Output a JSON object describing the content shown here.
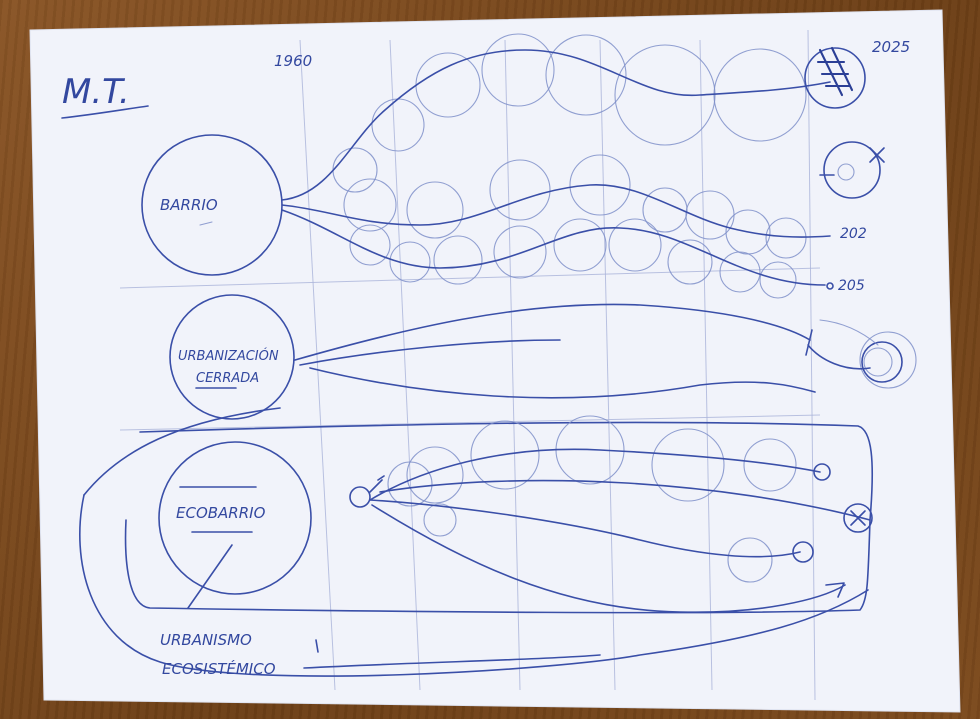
{
  "page_title": "M.T.",
  "timeline": {
    "start_year": "1960",
    "end_year": "2025"
  },
  "nodes": {
    "barrio": "BARRIO",
    "urbanizacion": "URBANIZACIÓN",
    "urbanizacion_2": "CERRADA",
    "ecobarrio": "ECOBARRIO",
    "urbanismo": "URBANISMO",
    "urbanismo_2": "ECOSISTÉMICO"
  },
  "endpoints": {
    "label_a": "202",
    "label_b": "205"
  },
  "colors": {
    "ink": "#3a4fa8",
    "paper": "#f2f4fb",
    "table": "#7a4a1f"
  }
}
